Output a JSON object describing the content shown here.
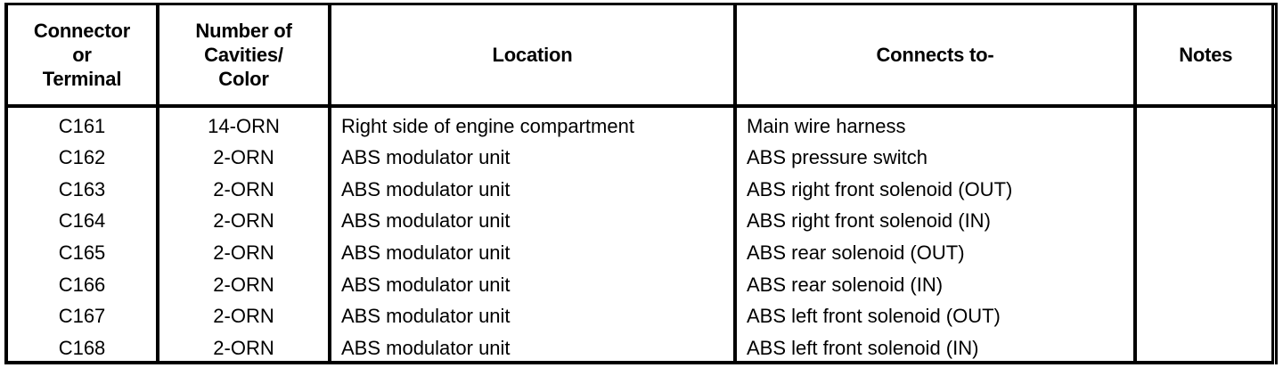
{
  "table": {
    "name": "connector-and-terminal-reference-table",
    "columns": [
      {
        "key": "connector",
        "header_lines": [
          "Connector",
          "or",
          "Terminal"
        ],
        "align": "center"
      },
      {
        "key": "cavities",
        "header_lines": [
          "Number of",
          "Cavities/",
          "Color"
        ],
        "align": "center"
      },
      {
        "key": "location",
        "header_lines": [
          "Location"
        ],
        "align": "left"
      },
      {
        "key": "connects_to",
        "header_lines": [
          "Connects to-"
        ],
        "align": "left"
      },
      {
        "key": "notes",
        "header_lines": [
          "Notes"
        ],
        "align": "center"
      }
    ],
    "rows": [
      {
        "connector": "C161",
        "cavities": "14-ORN",
        "location": "Right side of engine compartment",
        "connects_to": "Main wire harness",
        "notes": ""
      },
      {
        "connector": "C162",
        "cavities": "2-ORN",
        "location": "ABS modulator unit",
        "connects_to": "ABS pressure switch",
        "notes": ""
      },
      {
        "connector": "C163",
        "cavities": "2-ORN",
        "location": "ABS modulator unit",
        "connects_to": "ABS right front solenoid (OUT)",
        "notes": ""
      },
      {
        "connector": "C164",
        "cavities": "2-ORN",
        "location": "ABS modulator unit",
        "connects_to": "ABS right front solenoid (IN)",
        "notes": ""
      },
      {
        "connector": "C165",
        "cavities": "2-ORN",
        "location": "ABS modulator unit",
        "connects_to": "ABS rear solenoid (OUT)",
        "notes": ""
      },
      {
        "connector": "C166",
        "cavities": "2-ORN",
        "location": "ABS modulator unit",
        "connects_to": "ABS rear solenoid (IN)",
        "notes": ""
      },
      {
        "connector": "C167",
        "cavities": "2-ORN",
        "location": "ABS modulator unit",
        "connects_to": "ABS left front solenoid (OUT)",
        "notes": ""
      },
      {
        "connector": "C168",
        "cavities": "2-ORN",
        "location": "ABS modulator unit",
        "connects_to": "ABS left front solenoid (IN)",
        "notes": ""
      }
    ]
  },
  "colors": {
    "ink": "#000000",
    "paper": "#ffffff"
  }
}
